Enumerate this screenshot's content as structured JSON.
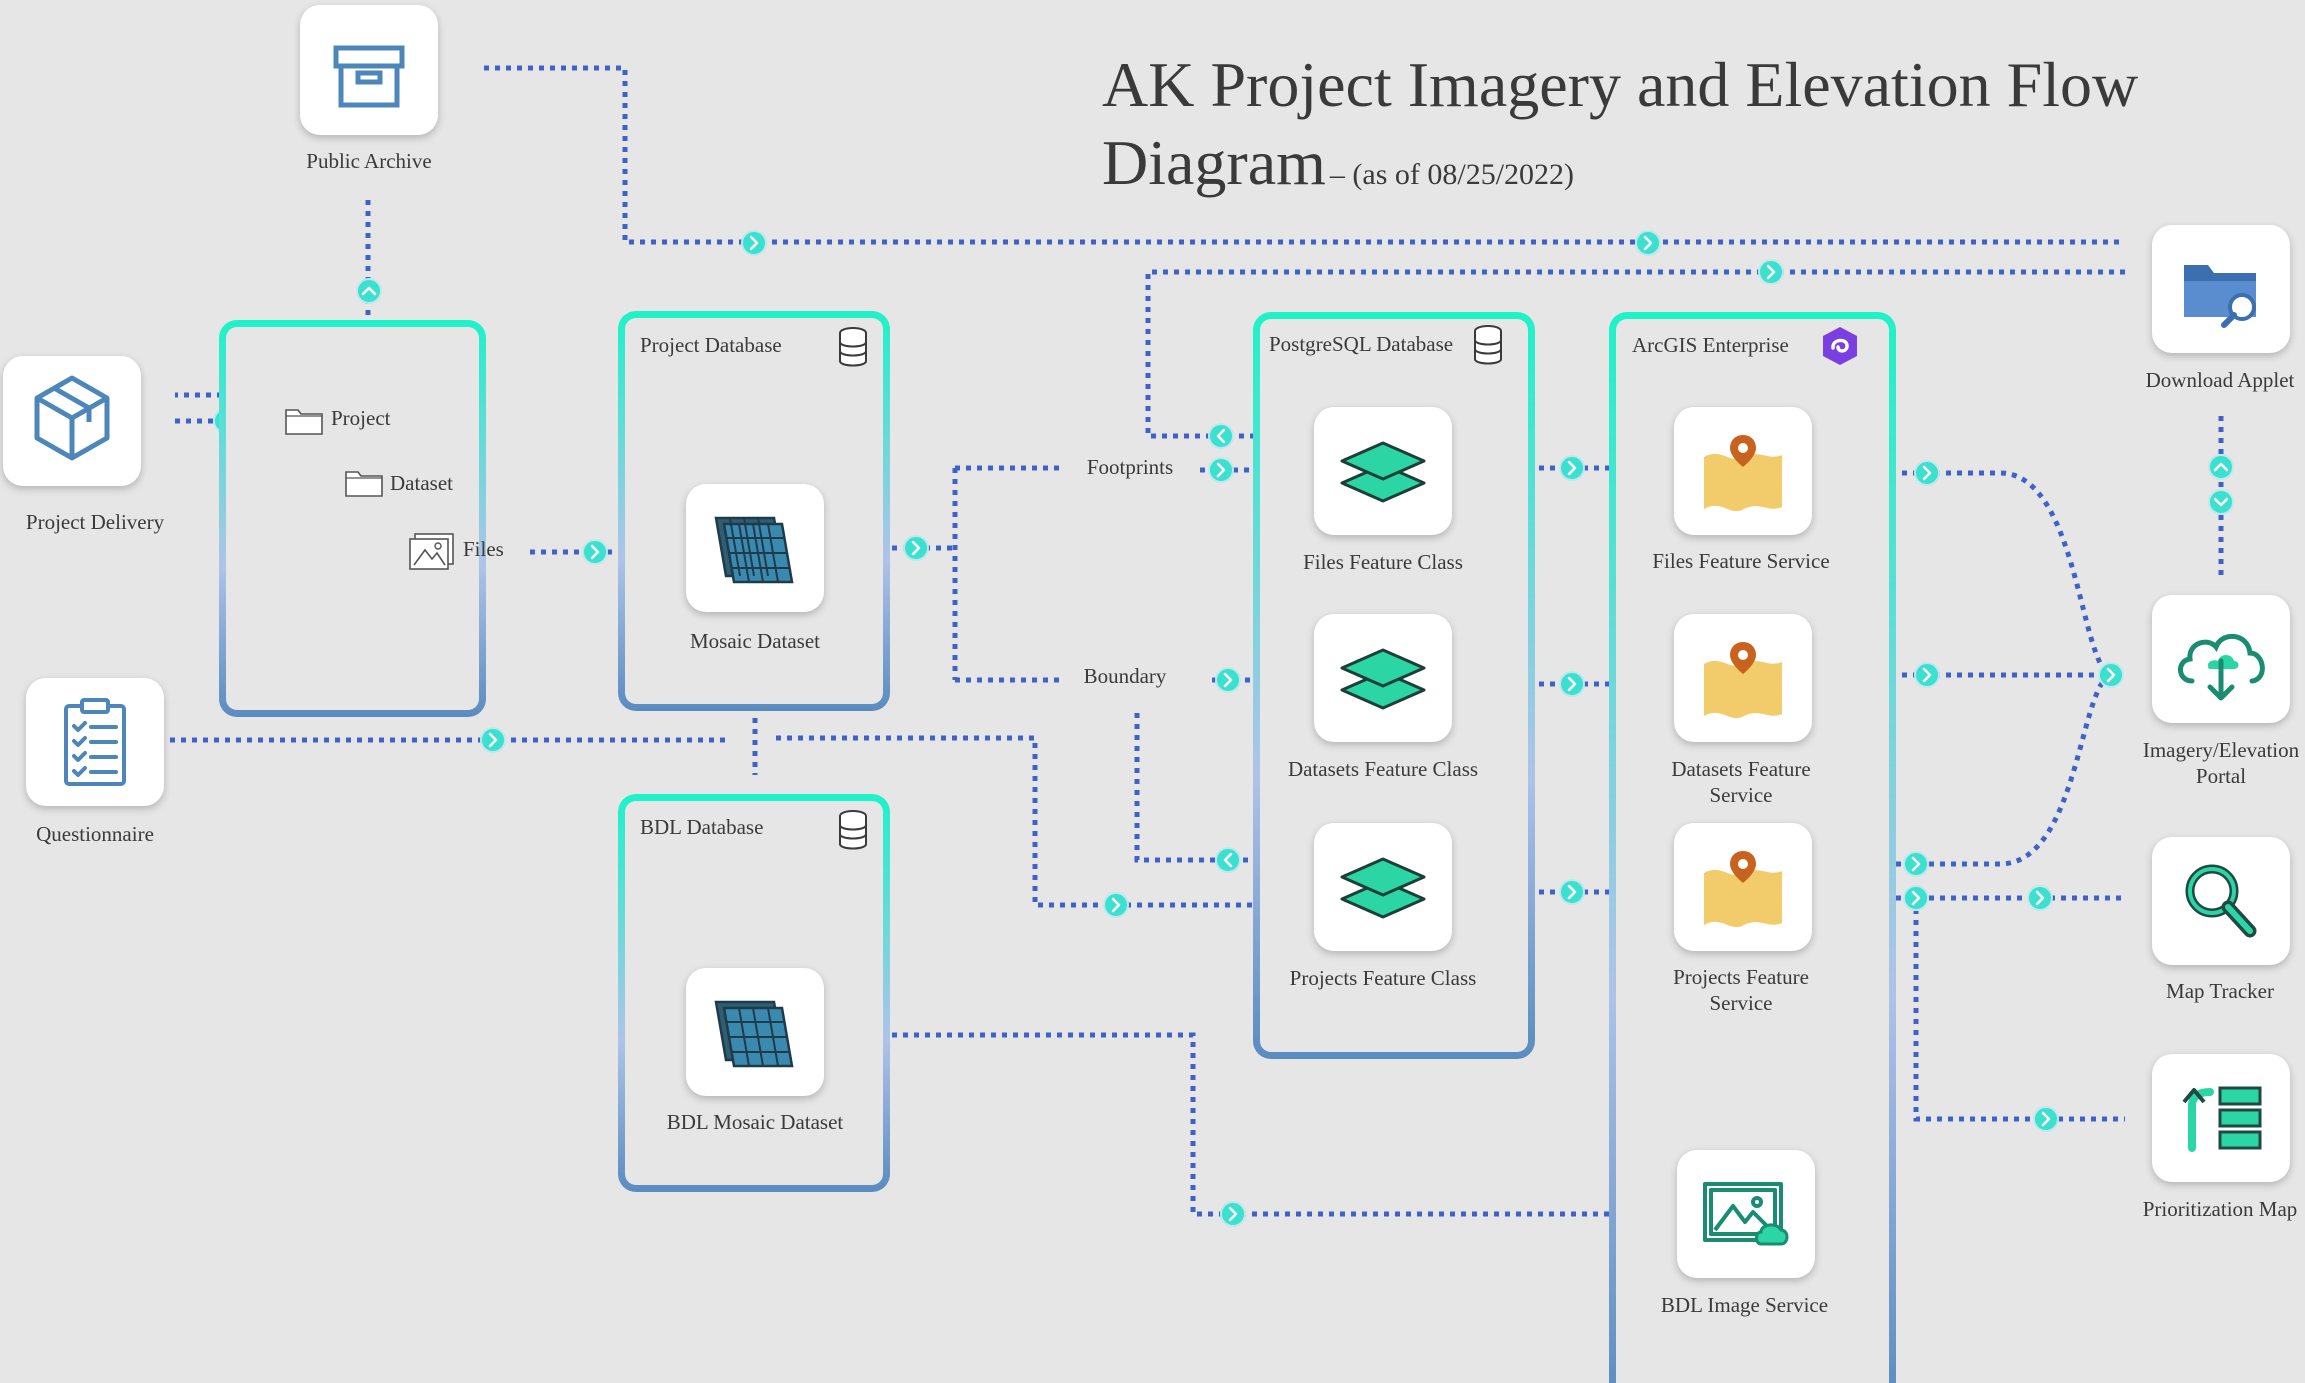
{
  "title": {
    "line1": "AK Project Imagery and Elevation Flow",
    "line2": "Diagram",
    "date_note": "– (as of 08/25/2022)"
  },
  "colors": {
    "background": "#e6e6e6",
    "connector": "#3f62c9",
    "container_top": "#1ef2c8",
    "container_bottom": "#5a8cc0",
    "arrow_marker": "#3be0cf",
    "feature_class": "#2bd6a4",
    "feature_service": "#f2cc6b",
    "pin": "#c9621f"
  },
  "sources": {
    "public_archive": "Public Archive",
    "project_delivery": "Project Delivery",
    "questionnaire": "Questionnaire"
  },
  "tree": {
    "project": "Project",
    "dataset": "Dataset",
    "files": "Files"
  },
  "containers": {
    "project_db": "Project Database",
    "bdl_db": "BDL Database",
    "postgres_db": "PostgreSQL Database",
    "arcgis": "ArcGIS Enterprise"
  },
  "nodes": {
    "mosaic_dataset": "Mosaic Dataset",
    "bdl_mosaic_dataset": "BDL Mosaic Dataset",
    "footprints": "Footprints",
    "boundary": "Boundary",
    "files_fc": "Files Feature Class",
    "datasets_fc": "Datasets Feature Class",
    "projects_fc": "Projects Feature Class",
    "files_fs": "Files Feature Service",
    "datasets_fs": "Datasets Feature Service",
    "projects_fs": "Projects Feature Service",
    "bdl_image_service": "BDL Image Service"
  },
  "outputs": {
    "download_applet": "Download Applet",
    "portal": "Imagery/Elevation Portal",
    "map_tracker": "Map Tracker",
    "prioritization_map": "Prioritization Map"
  },
  "icons": {
    "public_archive": "archive-box-icon",
    "project_delivery": "package-cube-icon",
    "questionnaire": "clipboard-checklist-icon",
    "mosaic": "raster-grid-icon",
    "feature_class": "layers-icon",
    "feature_service": "map-pin-icon",
    "image_service": "image-service-icon",
    "database": "database-icon",
    "arcgis": "arcgis-logo-icon",
    "download_applet": "folder-search-icon",
    "portal": "cloud-download-icon",
    "map_tracker": "magnifier-icon",
    "prioritization_map": "prioritization-icon"
  }
}
